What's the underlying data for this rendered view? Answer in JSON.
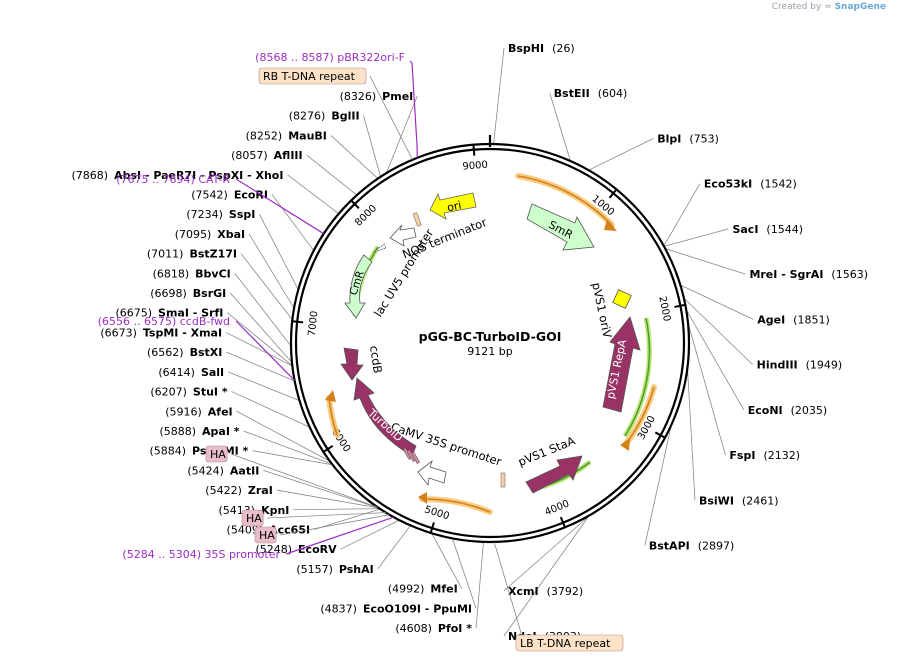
{
  "watermark": {
    "prefix": "Created by",
    "brand": "SnapGene"
  },
  "plasmid": {
    "name": "pGG-BC-TurboID-GOI",
    "length_label": "9121 bp",
    "length": 9121
  },
  "ticks": [
    {
      "pos": 1000,
      "label": "1000"
    },
    {
      "pos": 2000,
      "label": "2000"
    },
    {
      "pos": 3000,
      "label": "3000"
    },
    {
      "pos": 4000,
      "label": "4000"
    },
    {
      "pos": 5000,
      "label": "5000"
    },
    {
      "pos": 6000,
      "label": "6000"
    },
    {
      "pos": 7000,
      "label": "7000"
    },
    {
      "pos": 8000,
      "label": "8000"
    },
    {
      "pos": 9000,
      "label": "9000"
    }
  ],
  "sites": [
    {
      "name": "BspHI",
      "pos_label": "(26)",
      "pos": 26
    },
    {
      "name": "BstEII",
      "pos_label": "(604)",
      "pos": 604
    },
    {
      "name": "BlpI",
      "pos_label": "(753)",
      "pos": 753
    },
    {
      "name": "Eco53kI",
      "pos_label": "(1542)",
      "pos": 1542
    },
    {
      "name": "SacI",
      "pos_label": "(1544)",
      "pos": 1544
    },
    {
      "name": "MreI  - SgrAI",
      "pos_label": "(1563)",
      "pos": 1563
    },
    {
      "name": "AgeI",
      "pos_label": "(1851)",
      "pos": 1851
    },
    {
      "name": "HindIII",
      "pos_label": "(1949)",
      "pos": 1949
    },
    {
      "name": "EcoNI",
      "pos_label": "(2035)",
      "pos": 2035
    },
    {
      "name": "FspI",
      "pos_label": "(2132)",
      "pos": 2132
    },
    {
      "name": "BsiWI",
      "pos_label": "(2461)",
      "pos": 2461
    },
    {
      "name": "BstAPI",
      "pos_label": "(2897)",
      "pos": 2897
    },
    {
      "name": "XcmI",
      "pos_label": "(3792)",
      "pos": 3792
    },
    {
      "name": "NdeI",
      "pos_label": "(3803)",
      "pos": 3803
    },
    {
      "name": "PfoI *",
      "pos_label": "(4608)",
      "pos": 4608
    },
    {
      "name": "EcoO109I   - PpuMI",
      "pos_label": "(4837)",
      "pos": 4837
    },
    {
      "name": "MfeI",
      "pos_label": "(4992)",
      "pos": 4992
    },
    {
      "name": "PshAI",
      "pos_label": "(5157)",
      "pos": 5157
    },
    {
      "name": "EcoRV",
      "pos_label": "(5248)",
      "pos": 5248
    },
    {
      "name": "Acc65I",
      "pos_label": "(5409)",
      "pos": 5409
    },
    {
      "name": "KpnI",
      "pos_label": "(5413)",
      "pos": 5413
    },
    {
      "name": "ZraI",
      "pos_label": "(5422)",
      "pos": 5422
    },
    {
      "name": "AatII",
      "pos_label": "(5424)",
      "pos": 5424
    },
    {
      "name": "PspOMI *",
      "pos_label": "(5884)",
      "pos": 5884
    },
    {
      "name": "ApaI *",
      "pos_label": "(5888)",
      "pos": 5888
    },
    {
      "name": "AfeI",
      "pos_label": "(5916)",
      "pos": 5916
    },
    {
      "name": "StuI *",
      "pos_label": "(6207)",
      "pos": 6207
    },
    {
      "name": "SalI",
      "pos_label": "(6414)",
      "pos": 6414
    },
    {
      "name": "BstXI",
      "pos_label": "(6562)",
      "pos": 6562
    },
    {
      "name": "TspMI   - XmaI",
      "pos_label": "(6673)",
      "pos": 6673
    },
    {
      "name": "SmaI   - SrfI",
      "pos_label": "(6675)",
      "pos": 6675
    },
    {
      "name": "BsrGI",
      "pos_label": "(6698)",
      "pos": 6698
    },
    {
      "name": "BbvCI",
      "pos_label": "(6818)",
      "pos": 6818
    },
    {
      "name": "BstZ17I",
      "pos_label": "(7011)",
      "pos": 7011
    },
    {
      "name": "XbaI",
      "pos_label": "(7095)",
      "pos": 7095
    },
    {
      "name": "SspI",
      "pos_label": "(7234)",
      "pos": 7234
    },
    {
      "name": "EcoRI",
      "pos_label": "(7542)",
      "pos": 7542
    },
    {
      "name": "AbsI   - PaeR7I   - PspXI   - XhoI",
      "pos_label": "(7868)",
      "pos": 7868
    },
    {
      "name": "AflIII",
      "pos_label": "(8057)",
      "pos": 8057
    },
    {
      "name": "MauBI",
      "pos_label": "(8252)",
      "pos": 8252
    },
    {
      "name": "BglII",
      "pos_label": "(8276)",
      "pos": 8276
    },
    {
      "name": "PmeI",
      "pos_label": "(8326)",
      "pos": 8326
    }
  ],
  "primers": [
    {
      "label": "(8568 .. 8587)  pBR322ori-F",
      "pos": 8578
    },
    {
      "label": "(7675 .. 7694)  CAT-R",
      "pos": 7685
    },
    {
      "label": "(6556 .. 6575)  ccdB-fwd",
      "pos": 6566
    },
    {
      "label": "(5284 .. 5304)  35S promoter",
      "pos": 5294
    }
  ],
  "boxed_features": [
    {
      "label": "RB T-DNA repeat",
      "pos": 8540
    },
    {
      "label": "HA",
      "pos": 5430
    },
    {
      "label": "HA",
      "pos": 5360
    },
    {
      "label": "HA",
      "pos": 5330
    },
    {
      "label": "LB T-DNA repeat",
      "pos": 4530
    }
  ],
  "features": [
    {
      "label": "ori",
      "color": "#ffff00"
    },
    {
      "label": "SmR",
      "color": "#ccffcc"
    },
    {
      "label": "pVS1 oriV",
      "color": "#ffff00"
    },
    {
      "label": "pVS1 RepA",
      "color": "#993366"
    },
    {
      "label": "pVS1 StaA",
      "color": "#993366"
    },
    {
      "label": "CaMV 35S promoter",
      "color": "#ffffff"
    },
    {
      "label": "TurboID",
      "color": "#993366"
    },
    {
      "label": "ccdB",
      "color": "#993366"
    },
    {
      "label": "CmR",
      "color": "#ccffcc"
    },
    {
      "label": "lac UV5 promoter",
      "color": "#ffffff"
    },
    {
      "label": "NOS terminator",
      "color": "#ffffff"
    }
  ]
}
